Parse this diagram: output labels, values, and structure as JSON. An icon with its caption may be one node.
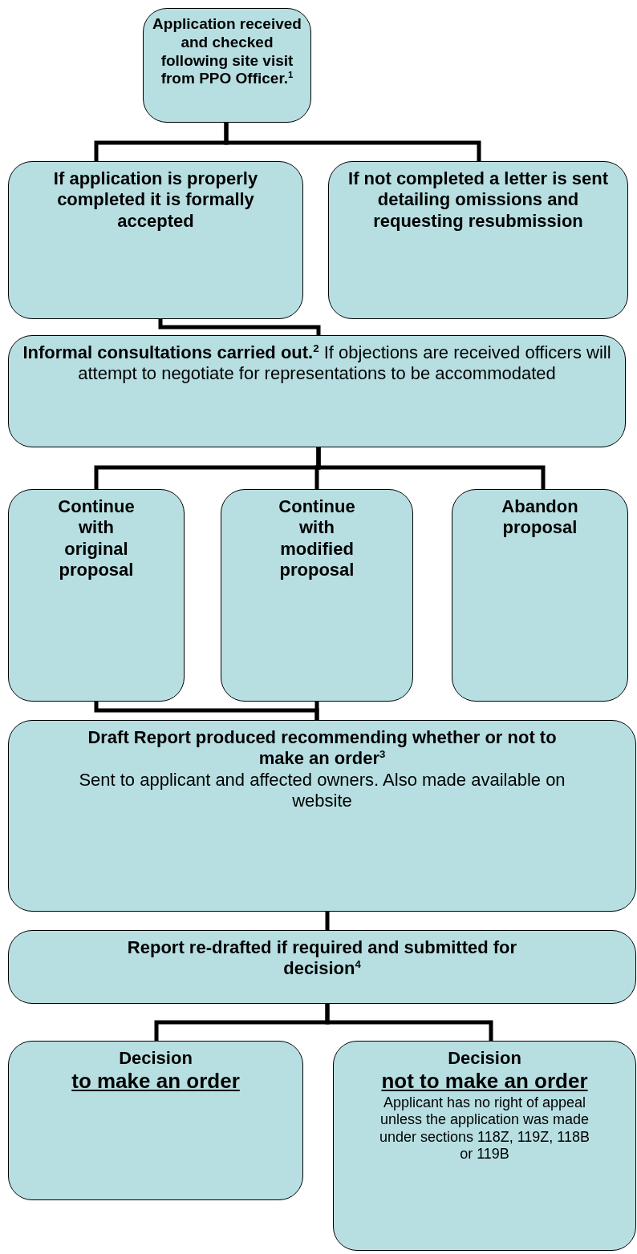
{
  "diagram": {
    "nodes": [
      {
        "text": [
          "Application received and checked following site visit from PPO Officer.$^{1}$"
        ]
      },
      {
        "text": [
          "If application is properly completed it is formally accepted"
        ]
      },
      {
        "text": [
          "If not completed a letter is sent detailing omissions and requesting resubmission"
        ]
      },
      {
        "text": [
          "**Informal consultations carried out.$^{2}$** If objections are received officers will attempt to negotiate for representations to be accommodated"
        ]
      },
      {
        "text": [
          "Continue with original proposal"
        ]
      },
      {
        "text": [
          "Continue with modified proposal"
        ]
      },
      {
        "text": [
          "Abandon proposal"
        ]
      },
      {
        "text": [
          "Draft Report produced recommending whether or not to make an order$^{3}$",
          "Sent to applicant and affected owners. Also made available on website"
        ]
      },
      {
        "text": [
          "Report re-drafted if required and submitted for decision$^{4}$"
        ]
      },
      {
        "text": [
          "Decision",
          "to make an order"
        ]
      },
      {
        "text": [
          "Decision",
          "not to make an order",
          "Applicant has no right of appeal unless the application was made under sections 118Z, 119Z, 118B or 119B"
        ]
      }
    ],
    "edges": [
      {
        "from": 0,
        "to": 1,
        "arrow": "none"
      },
      {
        "from": 0,
        "to": 2,
        "arrow": "none"
      },
      {
        "from": 1,
        "to": 3,
        "arrow": "none"
      },
      {
        "from": 3,
        "to": 4,
        "arrow": "none"
      },
      {
        "from": 3,
        "to": 5,
        "arrow": "none"
      },
      {
        "from": 3,
        "to": 6,
        "arrow": "none"
      },
      {
        "from": 4,
        "to": 7,
        "arrow": "none"
      },
      {
        "from": 5,
        "to": 7,
        "arrow": "none"
      },
      {
        "from": 7,
        "to": 8,
        "arrow": "none"
      },
      {
        "from": 8,
        "to": 9,
        "arrow": "none"
      },
      {
        "from": 8,
        "to": 10,
        "arrow": "none"
      }
    ]
  }
}
